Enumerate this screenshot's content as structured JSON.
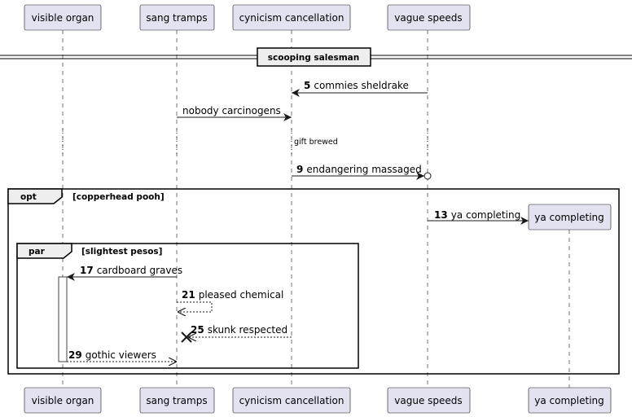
{
  "participants": [
    {
      "id": "visible_organ",
      "label": "visible organ"
    },
    {
      "id": "sang_tramps",
      "label": "sang tramps"
    },
    {
      "id": "cynicism_cancellation",
      "label": "cynicism cancellation"
    },
    {
      "id": "vague_speeds",
      "label": "vague speeds"
    },
    {
      "id": "ya_completing",
      "label": "ya completing"
    }
  ],
  "divider": {
    "label": "scooping salesman"
  },
  "delay": {
    "label": "gift brewed"
  },
  "fragments": {
    "opt": {
      "keyword": "opt",
      "condition": "[copperhead pooh]"
    },
    "par": {
      "keyword": "par",
      "condition": "[slightest pesos]"
    }
  },
  "messages": [
    {
      "num": "5",
      "text": "commies sheldrake",
      "from": "vague speeds",
      "to": "cynicism cancellation"
    },
    {
      "num": "",
      "text": "nobody carcinogens",
      "from": "sang tramps",
      "to": "cynicism cancellation"
    },
    {
      "num": "9",
      "text": "endangering massaged",
      "from": "cynicism cancellation",
      "to": "vague speeds"
    },
    {
      "num": "13",
      "text": "ya completing",
      "from": "vague speeds",
      "to": "ya completing"
    },
    {
      "num": "17",
      "text": "cardboard graves",
      "from": "sang tramps",
      "to": "visible organ"
    },
    {
      "num": "21",
      "text": "pleased chemical",
      "from": "sang tramps",
      "to": "sang tramps"
    },
    {
      "num": "25",
      "text": "skunk respected",
      "from": "cynicism cancellation",
      "to": "sang tramps"
    },
    {
      "num": "29",
      "text": "gothic viewers",
      "from": "visible organ",
      "to": "sang tramps"
    }
  ]
}
